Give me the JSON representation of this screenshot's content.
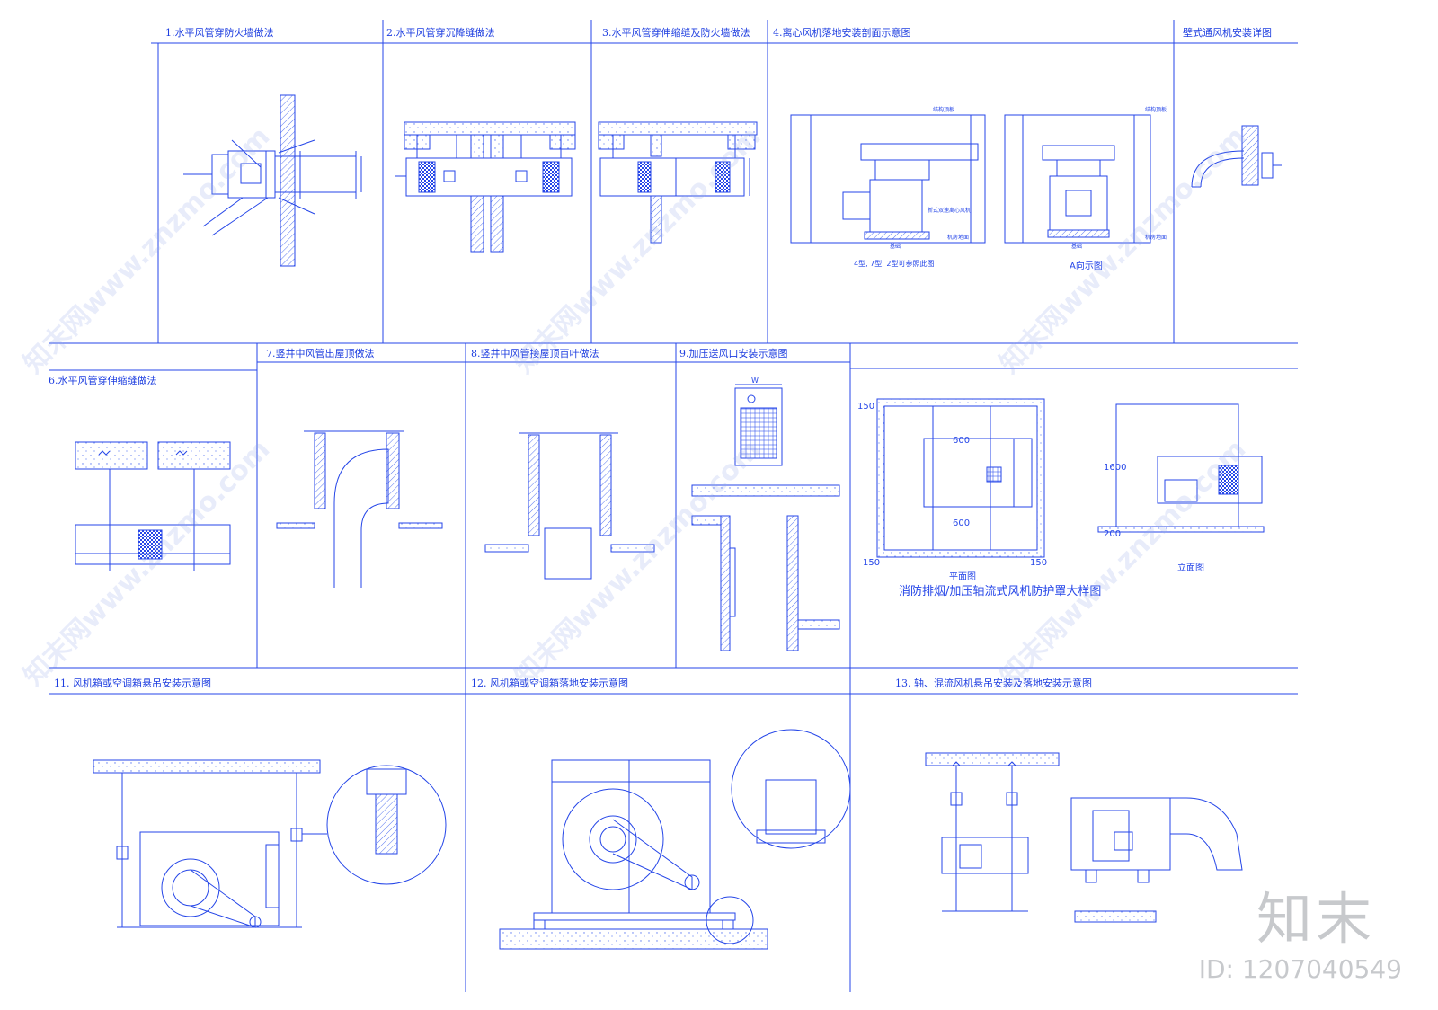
{
  "panels": {
    "p1": {
      "title": "1.水平风管穿防火墙做法"
    },
    "p2": {
      "title": "2.水平风管穿沉降缝做法"
    },
    "p3": {
      "title": "3.水平风管穿伸缩缝及防火墙做法"
    },
    "p4": {
      "title": "4.离心风机落地安装剖面示意图"
    },
    "p5": {
      "title": "壁式通风机安装详图"
    },
    "p6": {
      "title": "6.水平风管穿伸缩缝做法"
    },
    "p7": {
      "title": "7.竖井中风管出屋顶做法"
    },
    "p8": {
      "title": "8.竖井中风管接屋顶百叶做法"
    },
    "p9": {
      "title": "9.加压送风口安装示意图"
    },
    "p11": {
      "title": "11. 风机箱或空调箱悬吊安装示意图"
    },
    "p12": {
      "title": "12. 风机箱或空调箱落地安装示意图"
    },
    "p13": {
      "title": "13. 轴、混流风机悬吊安装及落地安装示意图"
    }
  },
  "p4_labels": {
    "caption_left": "4型, 7型, 2型可参照此图",
    "caption_right": "A向示图",
    "roof": "结构顶板",
    "floor": "机房地面",
    "base": "基础",
    "motor": "新式双速离心风机"
  },
  "p10": {
    "title": "消防排烟/加压轴流式风机防护罩大样图",
    "plan_caption": "平面图",
    "elev_caption": "立面图",
    "dims": {
      "d150": "150",
      "d600": "600",
      "d1600": "1600",
      "d200": "200"
    }
  },
  "p9_labels": {
    "w": "W"
  },
  "brand": {
    "logo": "知末",
    "id": "ID: 1207040549"
  },
  "watermark": "知末网www.znzmo.com",
  "colors": {
    "line": "#2546e8",
    "title": "#1f3fe0",
    "hatch": "#5a78f0",
    "watermark": "#c7c9cc"
  }
}
